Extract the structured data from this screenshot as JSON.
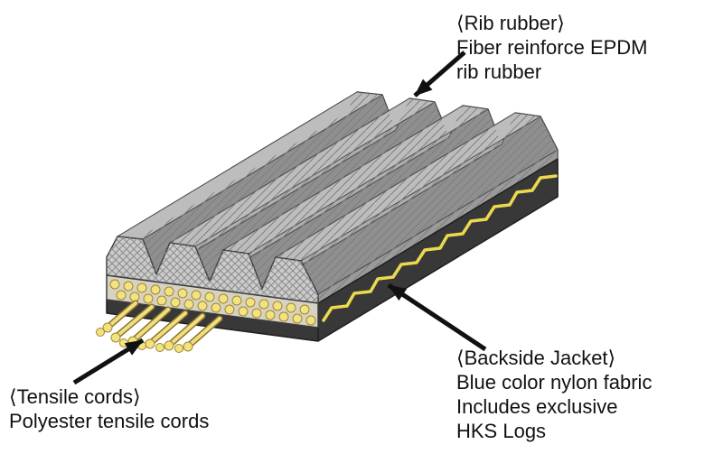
{
  "diagram": {
    "type": "ribbed-belt-construction",
    "labels": {
      "rib_rubber": {
        "title": "⟨Rib rubber⟩",
        "lines": [
          "Fiber reinforce EPDM",
          "rib rubber"
        ]
      },
      "tensile_cords": {
        "title": "⟨Tensile cords⟩",
        "lines": [
          "Polyester tensile cords"
        ]
      },
      "backside_jacket": {
        "title": "⟨Backside Jacket⟩",
        "lines": [
          "Blue color nylon fabric",
          "Includes exclusive",
          "HKS Logs"
        ]
      }
    },
    "colors": {
      "background": "#ffffff",
      "text": "#111111",
      "arrow": "#111111",
      "rib_top_gray": "#bdbdbd",
      "rib_slope_light": "#aeaeae",
      "rib_slope_dark": "#8f8f8f",
      "front_face_gray": "#cbcbcb",
      "end_face_gray": "#8d8d8d",
      "side_band_gray": "#9a9a9a",
      "cord_band_bg": "#d7d3c3",
      "cord_yellow": "#f3e37e",
      "cord_outline": "#a08636",
      "jacket_dark": "#383838",
      "logo_stripe_yellow": "#ecd94e"
    }
  }
}
